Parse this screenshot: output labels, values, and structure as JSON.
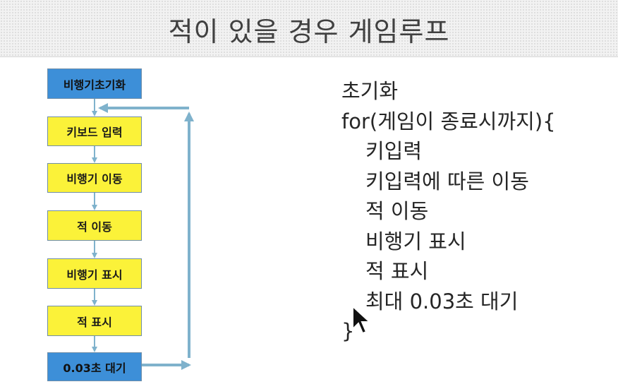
{
  "title": "적이 있을 경우 게임루프",
  "flowchart": {
    "boxes": [
      {
        "label": "비행기초기화",
        "style": "blue"
      },
      {
        "label": "키보드 입력",
        "style": "yellow"
      },
      {
        "label": "비행기 이동",
        "style": "yellow"
      },
      {
        "label": "적 이동",
        "style": "yellow"
      },
      {
        "label": "비행기 표시",
        "style": "yellow"
      },
      {
        "label": "적 표시",
        "style": "yellow"
      },
      {
        "label": "0.03초 대기",
        "style": "blue"
      }
    ]
  },
  "pseudocode": {
    "lines": [
      "초기화",
      "for(게임이 종료시까지){",
      "키입력",
      "키입력에 따른 이동",
      "적 이동",
      "비행기 표시",
      "적 표시",
      "최대 0.03초 대기",
      "}"
    ]
  },
  "colors": {
    "box_yellow": "#fbf239",
    "box_blue": "#3d8fd8",
    "arrow": "#7fb2cc"
  }
}
